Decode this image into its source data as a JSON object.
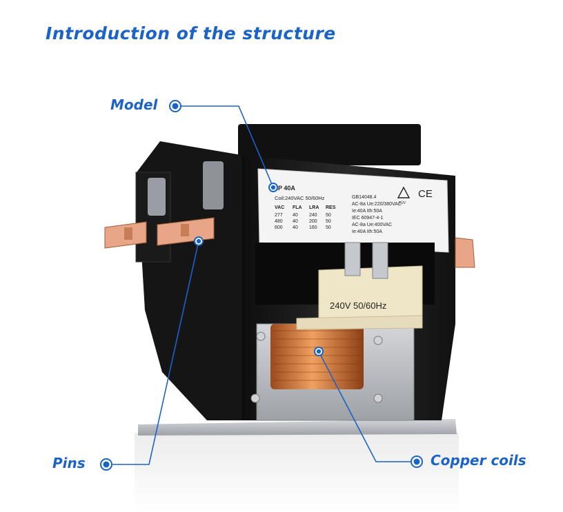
{
  "title": "Introduction of the structure",
  "colors": {
    "accent": "#1b63c4",
    "body": "#1c1c1c",
    "copper": "#d9824a",
    "terminal": "#e9a587",
    "bracket": "#b9bcc1"
  },
  "callouts": {
    "model": "Model",
    "pins": "Pins",
    "copper_coils": "Copper coils"
  },
  "label_sticker": {
    "model_line": "2P 40A",
    "coil_line": "Coil:240VAC  50/60Hz",
    "table_headers": [
      "VAC",
      "FLA",
      "LRA",
      "RES"
    ],
    "table_rows": [
      [
        "277",
        "40",
        "240",
        "50"
      ],
      [
        "480",
        "40",
        "200",
        "50"
      ],
      [
        "600",
        "40",
        "160",
        "50"
      ]
    ],
    "spec_lines": [
      "GB14048.4",
      "AC-8a  Ue:220/380VAC",
      "Ie:40A  Ith:50A",
      "IEC 60947-4-1",
      "AC-8a  Ue:400VAC",
      "Ie:40A  Ith:50A"
    ],
    "cert_mark": "TÜV",
    "ce_mark": "CE"
  },
  "coil_label": "240V  50/60Hz"
}
